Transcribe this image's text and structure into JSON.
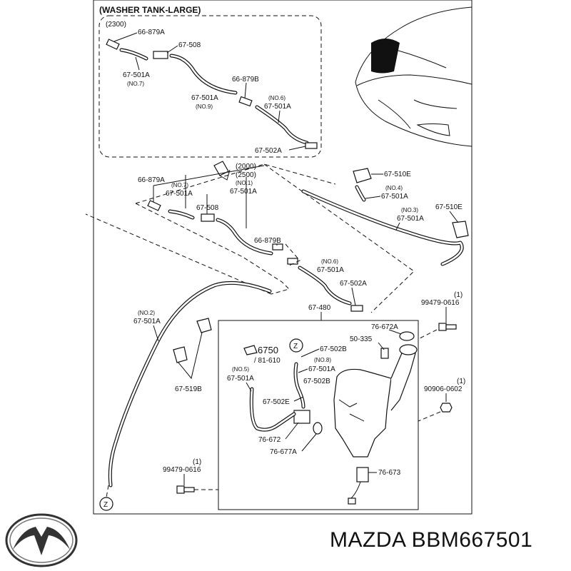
{
  "header": {
    "group_title": "(WASHER TANK-LARGE)",
    "group_code": "(2300)",
    "variant_codes": [
      "(2000)",
      "(2500)"
    ]
  },
  "callouts": {
    "a_66879A": "66-879A",
    "a_67508": "67-508",
    "a_67501A_no7": "67-501A",
    "a_no7": "(NO.7)",
    "a_66879B": "66-879B",
    "a_67501A_no9": "67-501A",
    "a_no9": "(NO.9)",
    "a_no6": "(NO.6)",
    "a_67501A_no6": "67-501A",
    "a_67502A": "67-502A",
    "b_66879A": "66-879A",
    "b_no7": "(NO.7)",
    "b_67501A_no7": "67-501A",
    "b_no1": "(NO.1)",
    "b_67501A_no1": "67-501A",
    "b_67508": "67-508",
    "b_66879B": "66-879B",
    "b_no6": "(NO.6)",
    "b_67501A_no6": "67-501A",
    "b_67502A": "67-502A",
    "c_67510E_top": "67-510E",
    "c_no4": "(NO.4)",
    "c_67501A_no4": "67-501A",
    "c_67510E_right": "67-510E",
    "c_no3": "(NO.3)",
    "c_67501A_no3": "67-501A",
    "d_no2": "(NO.2)",
    "d_67501A_no2": "67-501A",
    "d_67519B": "67-519B",
    "e_67480": "67-480",
    "e_76672A": "76-672A",
    "e_50335": "50-335",
    "e_99479_right": "99479-0616",
    "e_qty_right": "(1)",
    "e_90906": "90906-0602",
    "e_qty_90906": "(1)",
    "e_6750": "6750",
    "e_81610": "/ 81-610",
    "e_no5": "(NO.5)",
    "e_67501A_no5": "67-501A",
    "e_67502B_top": "67-502B",
    "e_no8": "(NO.8)",
    "e_67501A_no8": "67-501A",
    "e_67502B": "67-502B",
    "e_67502E": "67-502E",
    "e_76672": "76-672",
    "e_76677A": "76-677A",
    "e_76673": "76-673",
    "e_99479_left": "99479-0616",
    "e_qty_left": "(1)",
    "z_marker": "Z"
  },
  "footer": {
    "brand_text": "MAZDA BBM667501"
  }
}
